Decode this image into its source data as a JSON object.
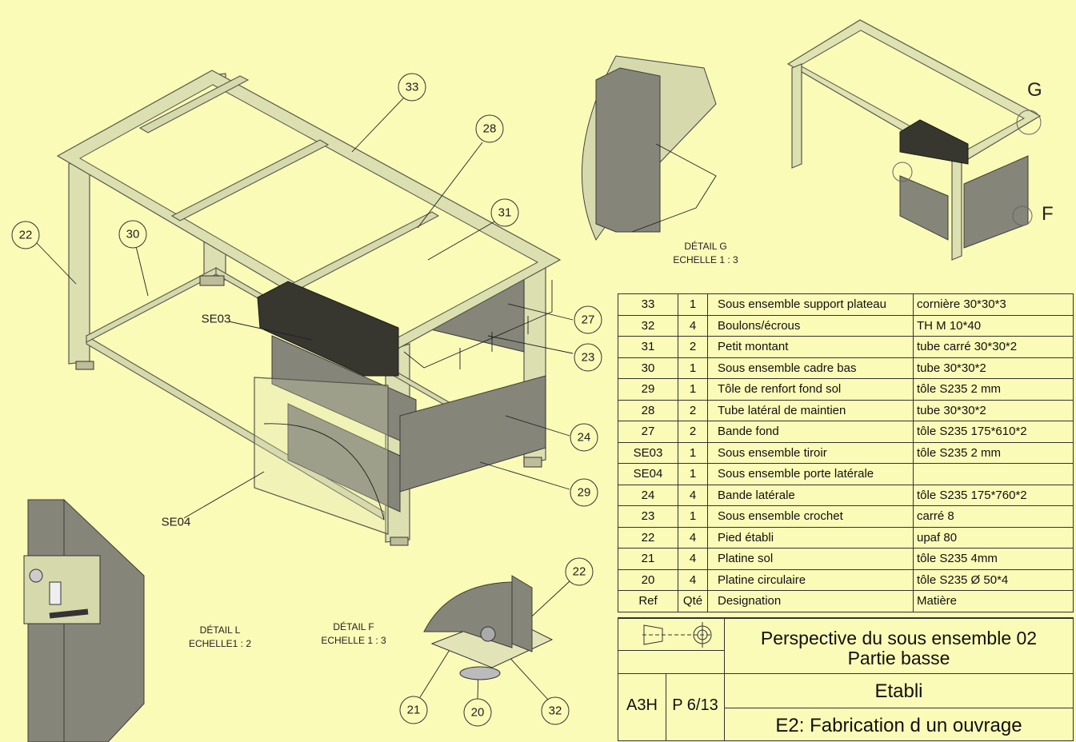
{
  "balloons": {
    "b33": "33",
    "b28": "28",
    "b22": "22",
    "b30": "30",
    "b31": "31",
    "b27": "27",
    "b23": "23",
    "b24": "24",
    "b29": "29",
    "bSE03": "SE03",
    "bSE04": "SE04",
    "bF22": "22",
    "bF21": "21",
    "bF20": "20",
    "bF32": "32",
    "bG": "G",
    "bF": "F"
  },
  "details": {
    "g_title": "DÉTAIL G",
    "g_scale": "ECHELLE 1 : 3",
    "l_title": "DÉTAIL L",
    "l_scale": "ECHELLE1 : 2",
    "f_title": "DÉTAIL F",
    "f_scale": "ECHELLE 1 : 3"
  },
  "bom": {
    "rows": [
      {
        "ref": "33",
        "qty": "1",
        "designation": "Sous ensemble support plateau",
        "material": "cornière 30*30*3"
      },
      {
        "ref": "32",
        "qty": "4",
        "designation": "Boulons/écrous",
        "material": "TH M 10*40"
      },
      {
        "ref": "31",
        "qty": "2",
        "designation": "Petit montant",
        "material": "tube carré 30*30*2"
      },
      {
        "ref": "30",
        "qty": "1",
        "designation": "Sous ensemble cadre bas",
        "material": "tube 30*30*2"
      },
      {
        "ref": "29",
        "qty": "1",
        "designation": "Tôle de renfort fond sol",
        "material": "tôle S235 2 mm"
      },
      {
        "ref": "28",
        "qty": "2",
        "designation": "Tube latéral de maintien",
        "material": "tube 30*30*2"
      },
      {
        "ref": "27",
        "qty": "2",
        "designation": "Bande fond",
        "material": "tôle S235 175*610*2"
      },
      {
        "ref": "SE03",
        "qty": "1",
        "designation": "Sous ensemble tiroir",
        "material": "tôle S235 2 mm"
      },
      {
        "ref": "SE04",
        "qty": "1",
        "designation": "Sous ensemble porte latérale",
        "material": ""
      },
      {
        "ref": "24",
        "qty": "4",
        "designation": "Bande latérale",
        "material": "tôle S235 175*760*2"
      },
      {
        "ref": "23",
        "qty": "1",
        "designation": "Sous ensemble crochet",
        "material": "carré 8"
      },
      {
        "ref": "22",
        "qty": "4",
        "designation": "Pied établi",
        "material": "upaf 80"
      },
      {
        "ref": "21",
        "qty": "4",
        "designation": "Platine sol",
        "material": "tôle S235 4mm"
      },
      {
        "ref": "20",
        "qty": "4",
        "designation": "Platine circulaire",
        "material": "tôle S235 Ø 50*4"
      }
    ],
    "header": {
      "ref": "Ref",
      "qty": "Qté",
      "designation": "Designation",
      "material": "Matière"
    }
  },
  "title_block": {
    "title_line1": "Perspective du sous ensemble 02",
    "title_line2": "Partie basse",
    "format": "A3H",
    "page": "P 6/13",
    "name": "Etabli",
    "project": "E2: Fabrication d un ouvrage"
  }
}
